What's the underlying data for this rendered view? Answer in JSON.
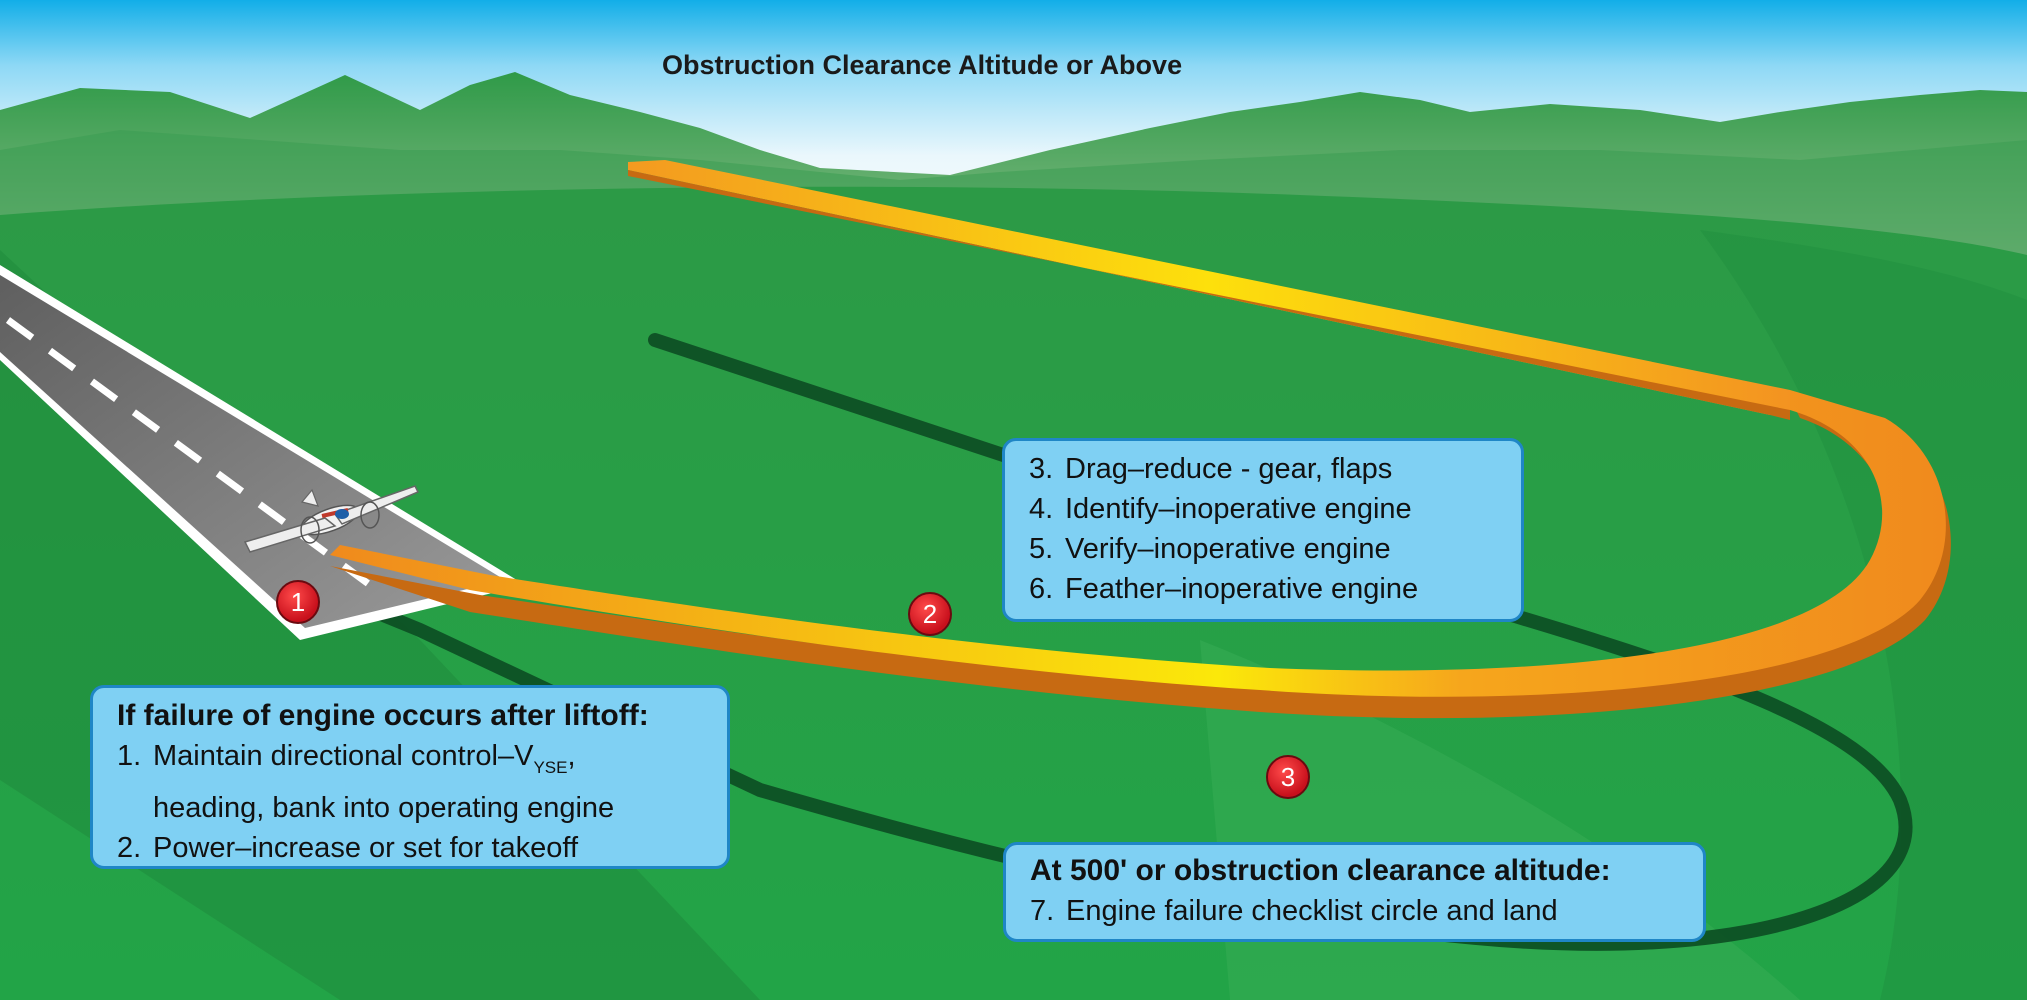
{
  "title": "Obstruction Clearance Altitude or Above",
  "colors": {
    "sky": "#19b1ea",
    "ground": "#2a9a45",
    "path": "#f39321",
    "callout": "#7fd0f3",
    "callout_border": "#1f86c6",
    "badge": "#d4141e"
  },
  "icons": {
    "aircraft": "twin-engine-airplane-icon"
  },
  "steps": [
    {
      "marker": "1",
      "heading": "If failure of engine occurs after liftoff:",
      "items": [
        {
          "num": "1.",
          "text": "Maintain directional control–V",
          "sub": "YSE",
          "after": ",",
          "cont": "heading, bank into operating engine"
        },
        {
          "num": "2.",
          "text": "Power–increase or set for takeoff"
        }
      ]
    },
    {
      "marker": "2",
      "items": [
        {
          "num": "3.",
          "text": "Drag–reduce - gear, flaps"
        },
        {
          "num": "4.",
          "text": "Identify–inoperative engine"
        },
        {
          "num": "5.",
          "text": "Verify–inoperative engine"
        },
        {
          "num": "6.",
          "text": "Feather–inoperative engine"
        }
      ]
    },
    {
      "marker": "3",
      "heading": "At 500' or obstruction clearance altitude:",
      "items": [
        {
          "num": "7.",
          "text": "Engine failure checklist circle and land"
        }
      ]
    }
  ]
}
